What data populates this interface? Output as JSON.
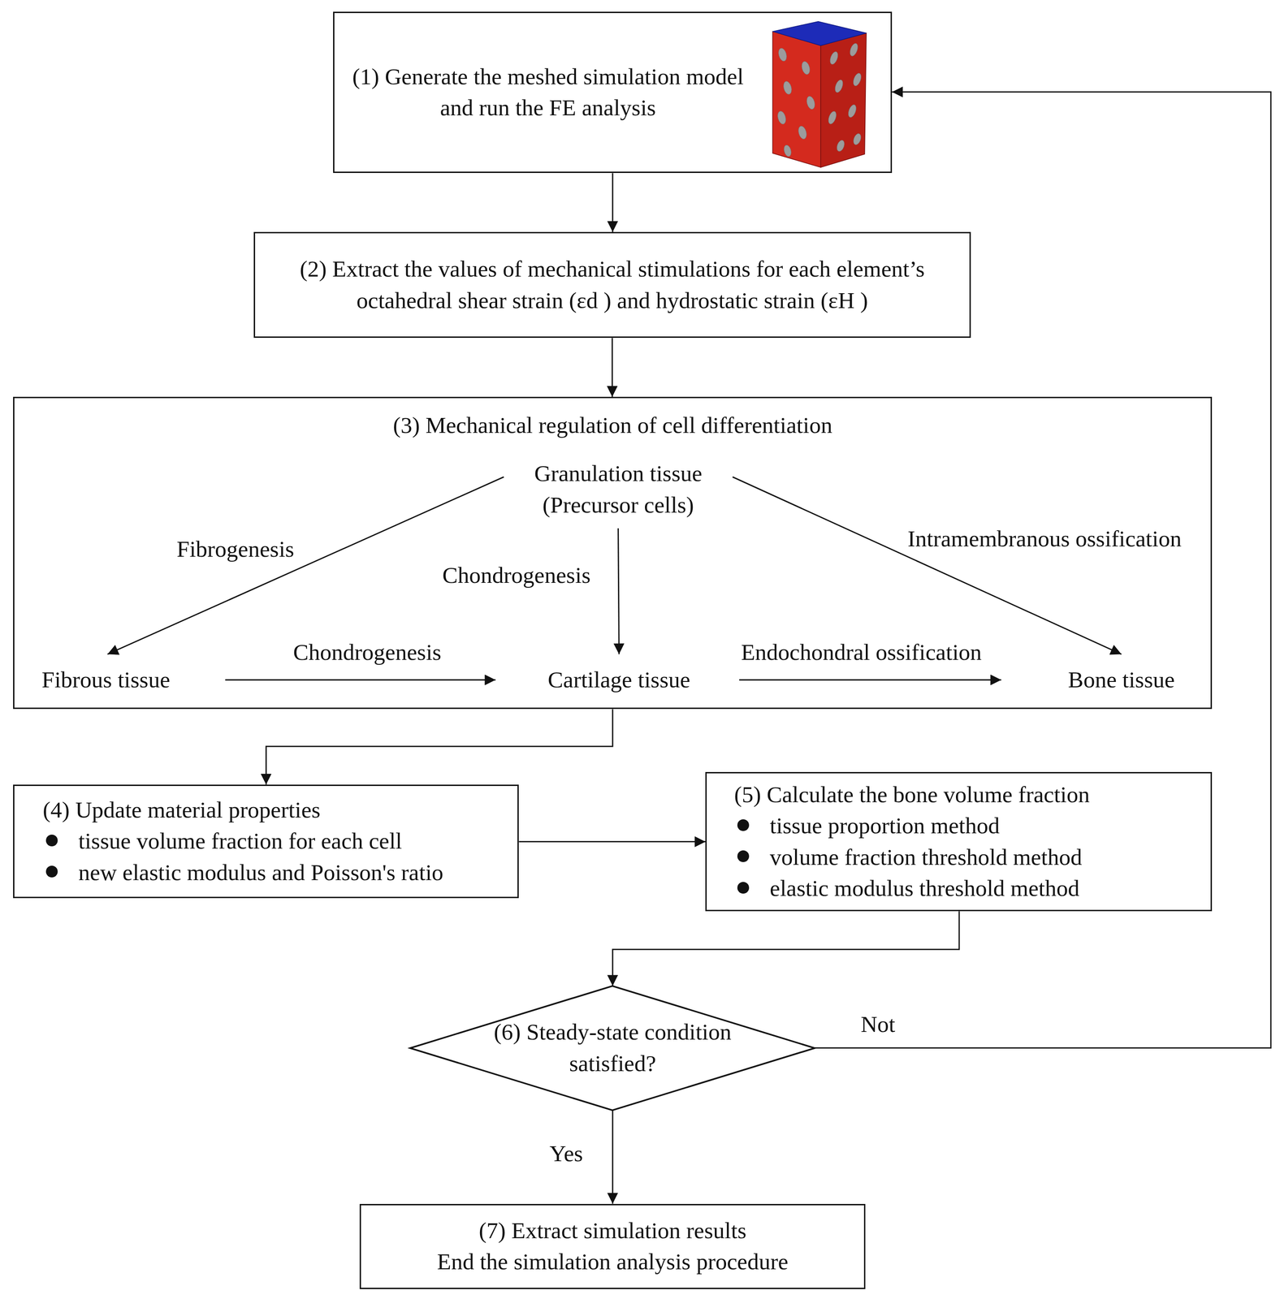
{
  "diagram": {
    "nodes": [
      {
        "text": [
          "(1) Generate the meshed simulation model and run the FE analysis"
        ]
      },
      {
        "text": [
          "(2) Extract the values of mechanical stimulations for each element’s octahedral shear strain (εd ) and hydrostatic strain (εH )"
        ]
      },
      {
        "text": [
          "(3) Mechanical regulation of cell differentiation"
        ]
      },
      {
        "text": [
          "Granulation tissue (Precursor cells)"
        ],
        "in": 2
      },
      {
        "text": [
          "Fibrous tissue"
        ],
        "in": 2
      },
      {
        "text": [
          "Cartilage tissue"
        ],
        "in": 2
      },
      {
        "text": [
          "Bone tissue"
        ],
        "in": 2
      },
      {
        "text": [
          "(4) Update material properties",
          "tissue volume fraction for each cell",
          "new elastic modulus and Poisson's ratio"
        ]
      },
      {
        "text": [
          "(5) Calculate the bone volume fraction",
          "tissue proportion method",
          "volume fraction threshold method",
          "elastic modulus threshold method"
        ]
      },
      {
        "text": [
          "(6) Steady-state condition satisfied?"
        ]
      },
      {
        "text": [
          "(7) Extract simulation results",
          "End the simulation analysis procedure"
        ]
      }
    ],
    "edges": [
      {
        "from": 0,
        "to": 1,
        "arrow": "to"
      },
      {
        "from": 1,
        "to": 2,
        "arrow": "to"
      },
      {
        "from": 2,
        "to": 7,
        "arrow": "to"
      },
      {
        "from": 7,
        "to": 8,
        "arrow": "to"
      },
      {
        "from": 8,
        "to": 9,
        "arrow": "to"
      },
      {
        "from": 9,
        "to": 0,
        "label": "Not",
        "arrow": "to"
      },
      {
        "from": 9,
        "to": 10,
        "label": "Yes",
        "arrow": "to"
      },
      {
        "from": 3,
        "to": 4,
        "label": "Fibrogenesis",
        "arrow": "to"
      },
      {
        "from": 3,
        "to": 5,
        "label": "Chondrogenesis",
        "arrow": "to"
      },
      {
        "from": 3,
        "to": 6,
        "label": "Intramembranous ossification",
        "arrow": "to"
      },
      {
        "from": 4,
        "to": 5,
        "label": "Chondrogenesis",
        "arrow": "to"
      },
      {
        "from": 5,
        "to": 6,
        "label": "Endochondral ossification",
        "arrow": "to"
      }
    ]
  }
}
